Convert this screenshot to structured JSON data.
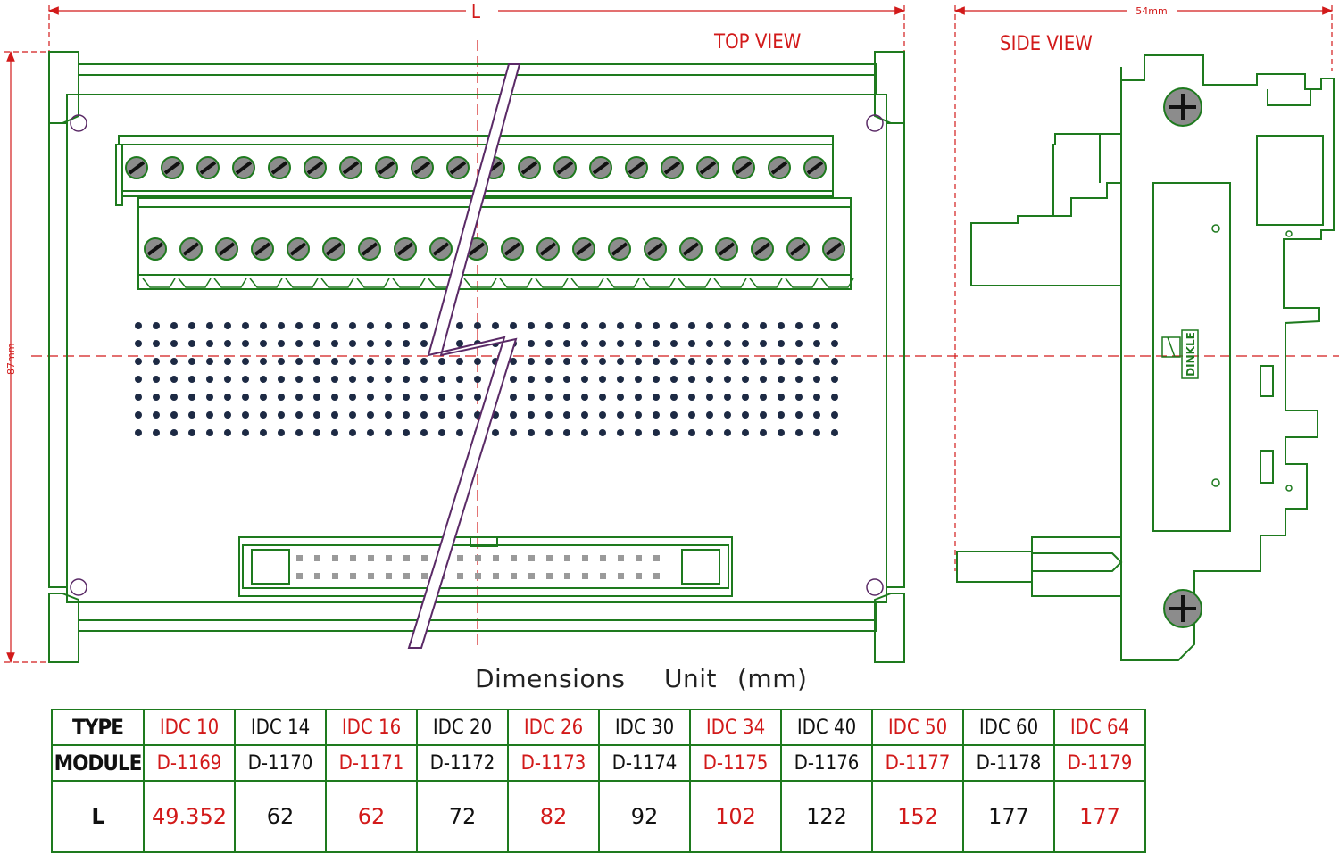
{
  "labels": {
    "top_view": "TOP  VIEW",
    "side_view": "SIDE  VIEW",
    "dim_length": "L",
    "dim_height": "87mm",
    "dim_width": "54mm",
    "logo_text": "DINKLE"
  },
  "caption": {
    "title": "Dimensions",
    "unit_label": "Unit",
    "unit": "(mm)"
  },
  "table": {
    "row_headers": [
      "TYPE",
      "MODULE",
      "L"
    ],
    "columns": [
      {
        "type": "IDC 10",
        "module": "D-1169",
        "l": "49.352",
        "red": true
      },
      {
        "type": "IDC 14",
        "module": "D-1170",
        "l": "62",
        "red": false
      },
      {
        "type": "IDC 16",
        "module": "D-1171",
        "l": "62",
        "red": true
      },
      {
        "type": "IDC 20",
        "module": "D-1172",
        "l": "72",
        "red": false
      },
      {
        "type": "IDC 26",
        "module": "D-1173",
        "l": "82",
        "red": true
      },
      {
        "type": "IDC 30",
        "module": "D-1174",
        "l": "92",
        "red": false
      },
      {
        "type": "IDC 34",
        "module": "D-1175",
        "l": "102",
        "red": true
      },
      {
        "type": "IDC 40",
        "module": "D-1176",
        "l": "122",
        "red": false
      },
      {
        "type": "IDC 50",
        "module": "D-1177",
        "l": "152",
        "red": true
      },
      {
        "type": "IDC 60",
        "module": "D-1178",
        "l": "177",
        "red": false
      },
      {
        "type": "IDC 64",
        "module": "D-1179",
        "l": "177",
        "red": true
      }
    ]
  },
  "colors": {
    "outline": "#1e7a1e",
    "dimension": "#d21a1a",
    "screw": "#8c8c8c",
    "dots": "#1d2a44",
    "break_line": "#5a2a66"
  }
}
